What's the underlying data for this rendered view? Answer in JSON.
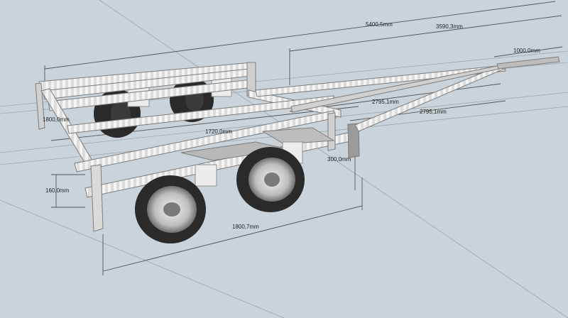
{
  "dimensions": {
    "overall_length": "5400,5mm",
    "frame_to_hitch": "3590,3mm",
    "tongue_end": "1000,0mm",
    "drawbar_left": "2795,1mm",
    "drawbar_right": "2795,1mm",
    "frame_width": "1720,0mm",
    "rear_width": "1800,0mm",
    "frame_height": "160,0mm",
    "crossmember_gap": "300,0mm",
    "wheelbase": "1800,7mm"
  },
  "colors": {
    "background": "#c9d3d9",
    "steel": "#d6d6d6",
    "steel_dark": "#8f8f8f",
    "tire": "#2a2a2a",
    "rim": "#e6e6e6",
    "dimension_line": "#555555"
  }
}
